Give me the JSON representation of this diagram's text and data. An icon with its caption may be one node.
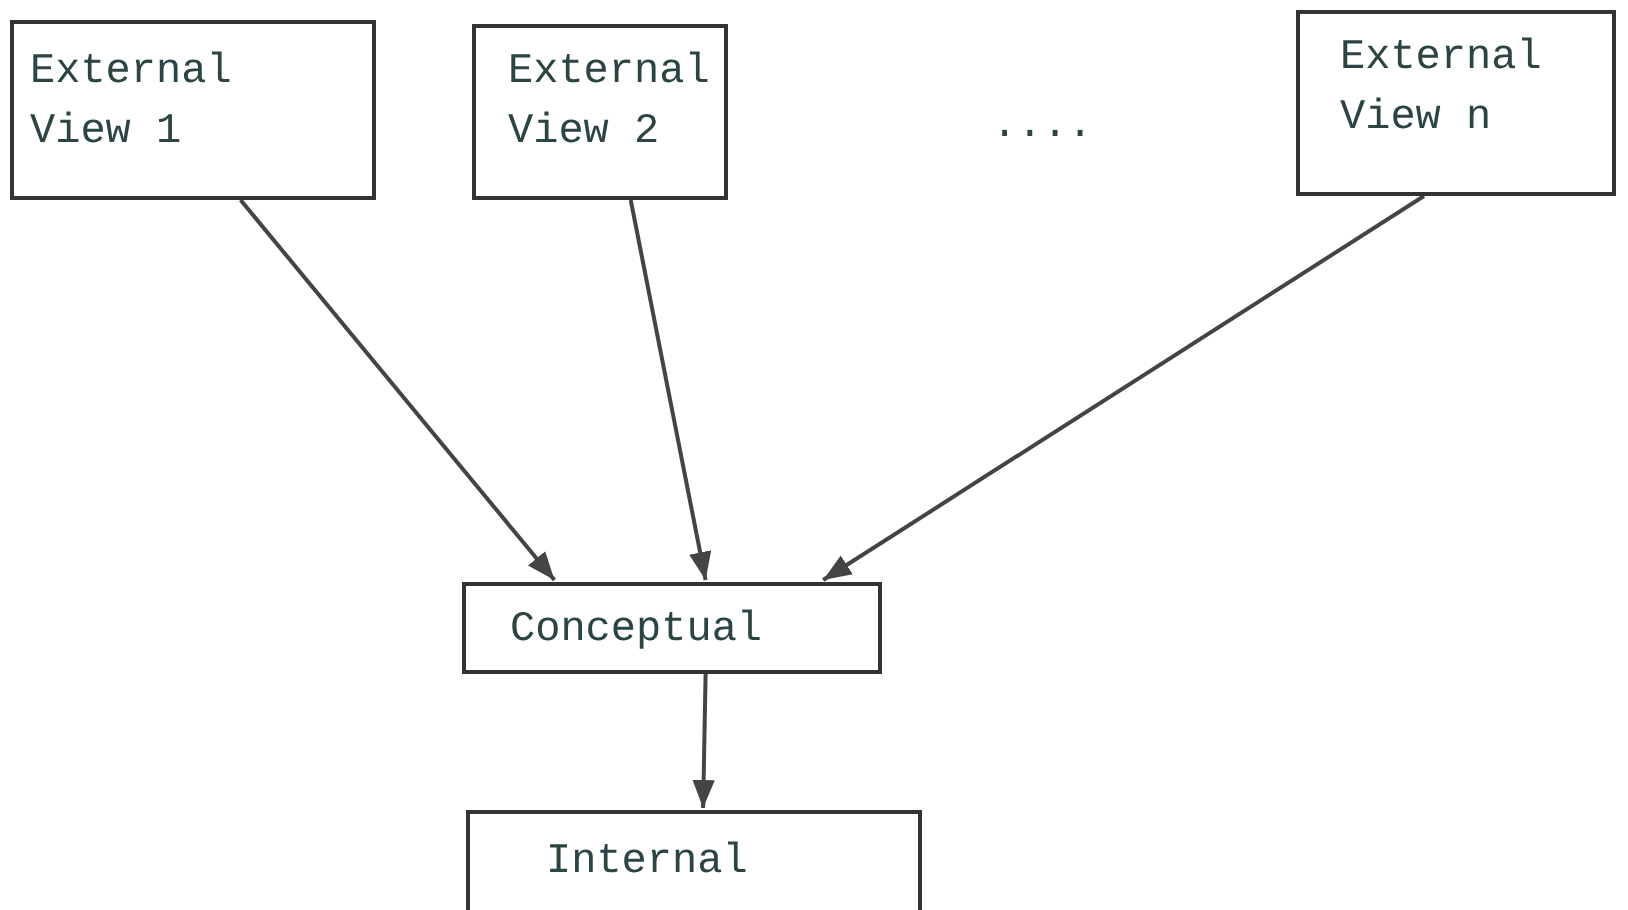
{
  "diagram": {
    "nodes": [
      {
        "text": [
          "External View 1"
        ]
      },
      {
        "text": [
          "External View 2"
        ]
      },
      {
        "text": [
          "External View n"
        ]
      },
      {
        "text": [
          "Conceptual"
        ]
      },
      {
        "text": [
          "Internal"
        ]
      }
    ],
    "edges": [
      {
        "from": 0,
        "to": 3,
        "arrow": "to"
      },
      {
        "from": 1,
        "to": 3,
        "arrow": "to"
      },
      {
        "from": 2,
        "to": 3,
        "arrow": "to"
      },
      {
        "from": 3,
        "to": 4,
        "arrow": "to"
      }
    ],
    "labels": [
      "...."
    ]
  }
}
